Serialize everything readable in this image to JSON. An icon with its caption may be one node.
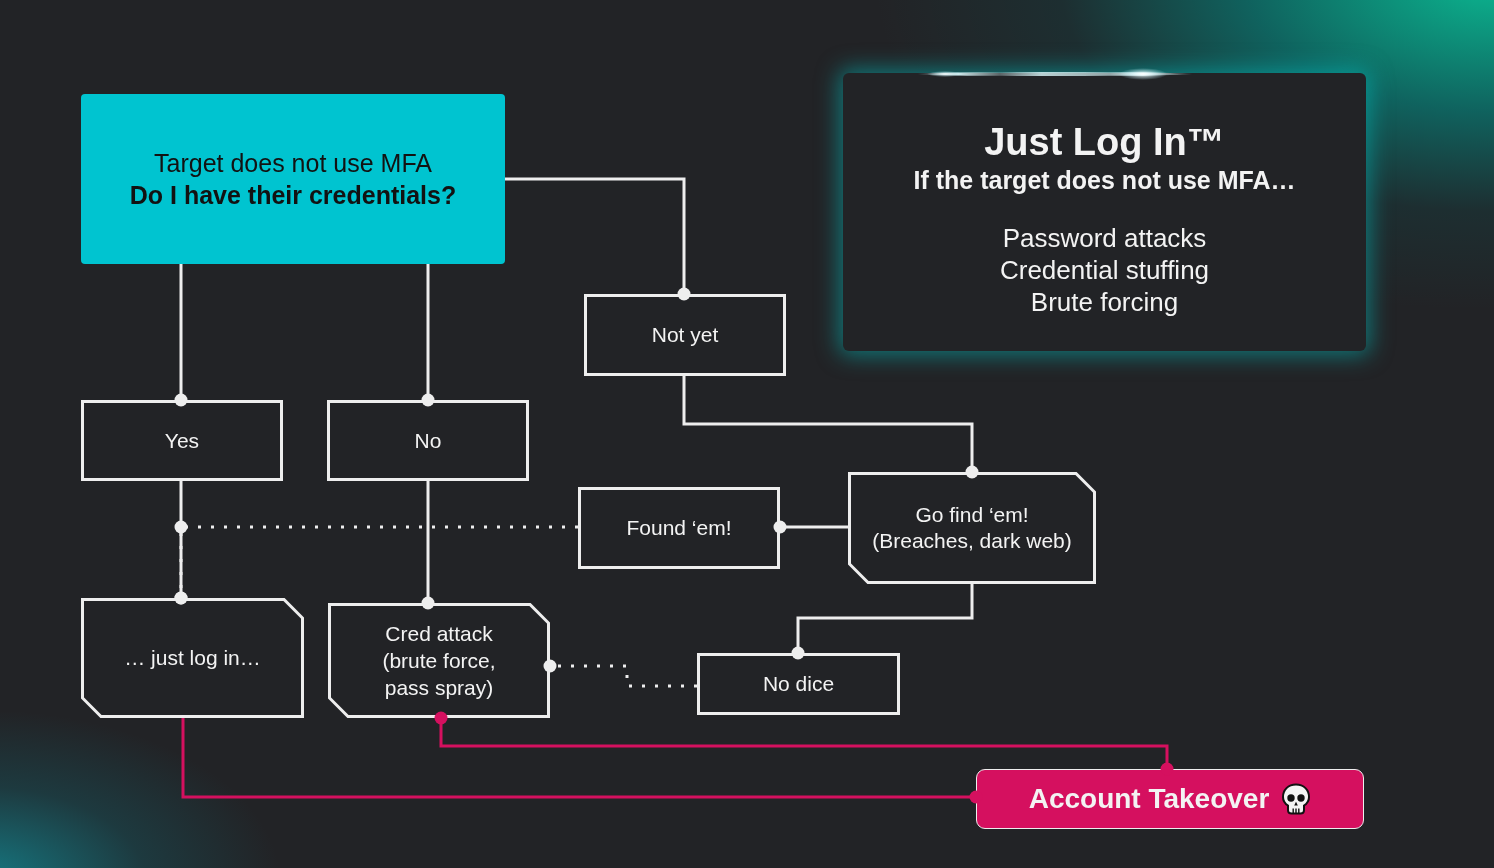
{
  "diagram": {
    "nodes": [
      {
        "text": [
          "Target does not use MFA",
          "Do I have their credentials?"
        ]
      },
      {
        "text": [
          "Just Log In™",
          "If the target does not use MFA…",
          "Password attacks",
          "Credential stuffing",
          "Brute forcing"
        ]
      },
      {
        "text": [
          "Not yet"
        ]
      },
      {
        "text": [
          "Yes"
        ]
      },
      {
        "text": [
          "No"
        ]
      },
      {
        "text": [
          "Found ‘em!"
        ]
      },
      {
        "text": [
          "Go find ‘em! (Breaches, dark web)"
        ]
      },
      {
        "text": [
          "… just log in…"
        ]
      },
      {
        "text": [
          "Cred attack (brute force, pass spray)"
        ]
      },
      {
        "text": [
          "No dice"
        ]
      },
      {
        "text": [
          "Account Takeover"
        ]
      }
    ],
    "edges": [
      {
        "from": 0,
        "to": 3,
        "arrow": "other"
      },
      {
        "from": 0,
        "to": 4,
        "arrow": "other"
      },
      {
        "from": 0,
        "to": 2,
        "arrow": "other"
      },
      {
        "from": 2,
        "to": 6,
        "arrow": "other"
      },
      {
        "from": 6,
        "to": 5,
        "arrow": "other"
      },
      {
        "from": 6,
        "to": 9,
        "arrow": "other"
      },
      {
        "from": 3,
        "to": 7,
        "arrow": "other"
      },
      {
        "from": 5,
        "to": 7,
        "arrow": "other",
        "style": "dashed"
      },
      {
        "from": 4,
        "to": 8,
        "arrow": "other"
      },
      {
        "from": 9,
        "to": 8,
        "arrow": "other",
        "style": "dashed"
      },
      {
        "from": 7,
        "to": 10,
        "arrow": "other",
        "color": "#d5105f"
      },
      {
        "from": 8,
        "to": 10,
        "arrow": "other",
        "color": "#d5105f"
      }
    ]
  }
}
